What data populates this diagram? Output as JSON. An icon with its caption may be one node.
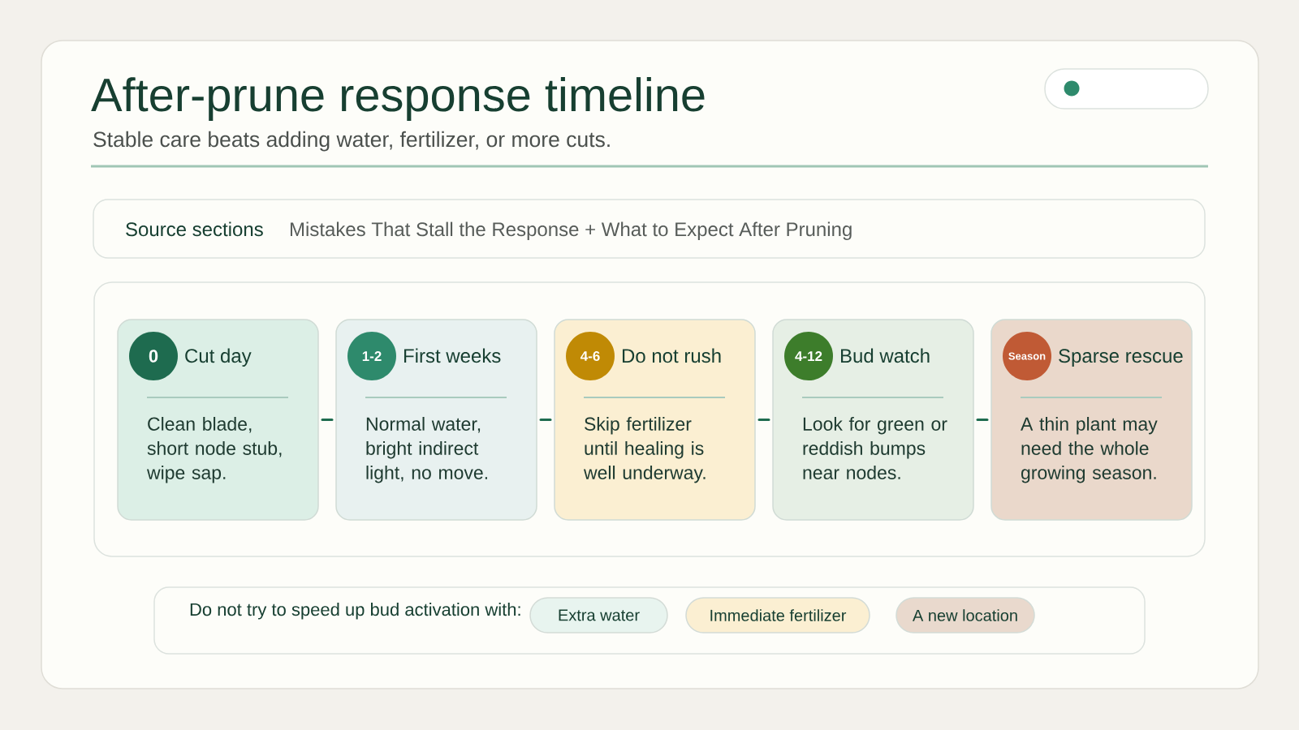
{
  "diagram": {
    "title": "After-prune response timeline",
    "nodes": [
      {
        "text": [],
        "shape": "box"
      },
      {
        "text": [
          "Source sections",
          "Mistakes That Stall the Response + What to Expect After Pruning"
        ]
      },
      {
        "text": [],
        "shape": "box"
      },
      {
        "text": [
          "Cut day",
          "Clean blade, short node stub, wipe sap."
        ],
        "in": 2
      },
      {
        "text": [
          "0"
        ],
        "in": 3
      },
      {
        "text": [
          "First weeks",
          "Normal water, bright indirect light, no move."
        ],
        "in": 2
      },
      {
        "text": [
          "1-2"
        ],
        "in": 5
      },
      {
        "text": [
          "Do not rush",
          "Skip fertilizer until healing is well underway."
        ],
        "in": 2
      },
      {
        "text": [
          "4-6"
        ],
        "in": 7
      },
      {
        "text": [
          "Bud watch",
          "Look for green or reddish bumps near nodes."
        ],
        "in": 2
      },
      {
        "text": [
          "4-12"
        ],
        "in": 9
      },
      {
        "text": [
          "Sparse rescue",
          "A thin plant may need the whole growing season."
        ],
        "in": 2
      },
      {
        "text": [
          "Season"
        ],
        "in": 11
      },
      {
        "text": [
          "Do not try to speed up bud activation with:"
        ]
      },
      {
        "text": [
          "Extra water"
        ],
        "in": 13
      },
      {
        "text": [
          "Immediate fertilizer"
        ],
        "in": 13
      },
      {
        "text": [
          "A new location"
        ],
        "in": 13
      }
    ],
    "edges": [
      {
        "from": 3,
        "to": 5,
        "arrow": "none"
      },
      {
        "from": 5,
        "to": 7,
        "arrow": "none"
      },
      {
        "from": 7,
        "to": 9,
        "arrow": "none"
      },
      {
        "from": 9,
        "to": 11,
        "arrow": "none"
      }
    ],
    "labels": [
      "Stable care beats adding water, fertilizer, or more cuts."
    ]
  }
}
